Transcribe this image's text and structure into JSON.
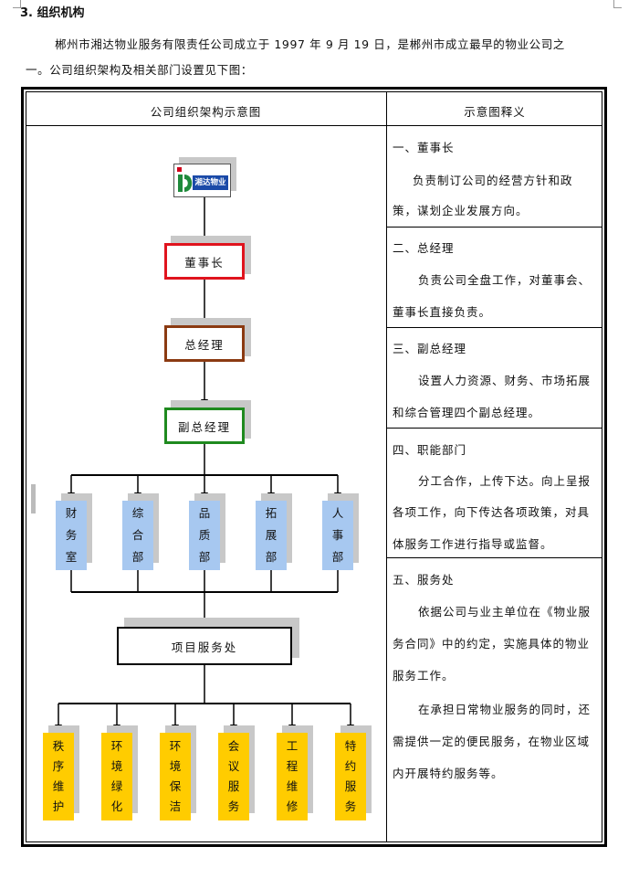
{
  "section_title": "3. 组织机构",
  "intro": {
    "line1": "郴州市湘达物业服务有限责任公司成立于 1997 年 9 月 19 日，是郴州市成立最早的物业公司之",
    "line2": "一。公司组织架构及相关部门设置见下图："
  },
  "table": {
    "left_header": "公司组织架构示意图",
    "right_header": "示意图释义"
  },
  "logo": {
    "text": "湘达物业",
    "colors": {
      "green": "#1f8a3b",
      "blue": "#1a4aa8",
      "red": "#d0021b"
    }
  },
  "org": {
    "chairman": "董事长",
    "general_manager": "总经理",
    "deputy_manager": "副总经理",
    "departments": [
      "财务室",
      "综合部",
      "品质部",
      "拓展部",
      "人事部"
    ],
    "service_office": "项目服务处",
    "services": [
      "秩序维护",
      "环境绿化",
      "环境保洁",
      "会议服务",
      "工程维修",
      "特约服务"
    ]
  },
  "colors": {
    "chairman_border": "#e0141e",
    "gm_border": "#8b3a12",
    "deputy_border": "#1f8a1f",
    "dept_fill": "#a7c8f0",
    "service_fill": "#ffcc00"
  },
  "explanations": [
    {
      "title": "一、董事长",
      "lines": [
        "负责制订公司的经营方针和政",
        "策，谋划企业发展方向。"
      ]
    },
    {
      "title": "二、总经理",
      "lines": [
        "负责公司全盘工作，对董事会、",
        "董事长直接负责。"
      ]
    },
    {
      "title": "三、副总经理",
      "lines": [
        "设置人力资源、财务、市场拓展",
        "和综合管理四个副总经理。"
      ]
    },
    {
      "title": "四、职能部门",
      "lines": [
        "分工合作，上传下达。向上呈报",
        "各项工作，向下传达各项政策，对具",
        "体服务工作进行指导或监督。"
      ]
    },
    {
      "title": "五、服务处",
      "lines": [
        "依据公司与业主单位在《物业服",
        "务合同》中的约定，实施具体的物业",
        "服务工作。",
        "在承担日常物业服务的同时，还",
        "需提供一定的便民服务，在物业区域",
        "内开展特约服务等。"
      ]
    }
  ]
}
